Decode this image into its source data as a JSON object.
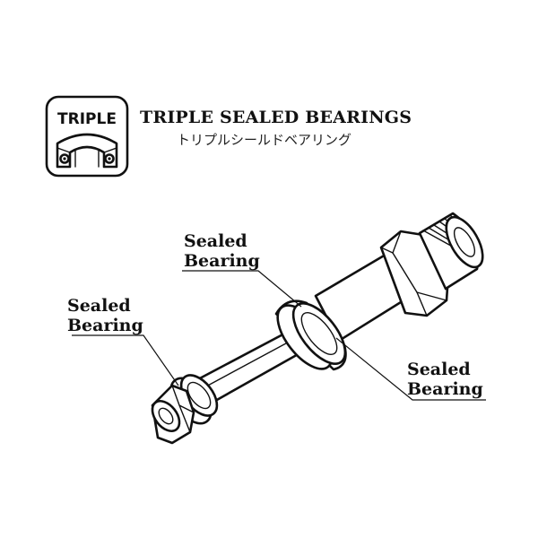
{
  "badge": {
    "label": "TRIPLE"
  },
  "header": {
    "title": "TRIPLE SEALED BEARINGS",
    "subtitle_jp": "トリプルシールドベアリング"
  },
  "callouts": [
    {
      "line1": "Sealed",
      "line2": "Bearing"
    },
    {
      "line1": "Sealed",
      "line2": "Bearing"
    },
    {
      "line1": "Sealed",
      "line2": "Bearing"
    }
  ]
}
